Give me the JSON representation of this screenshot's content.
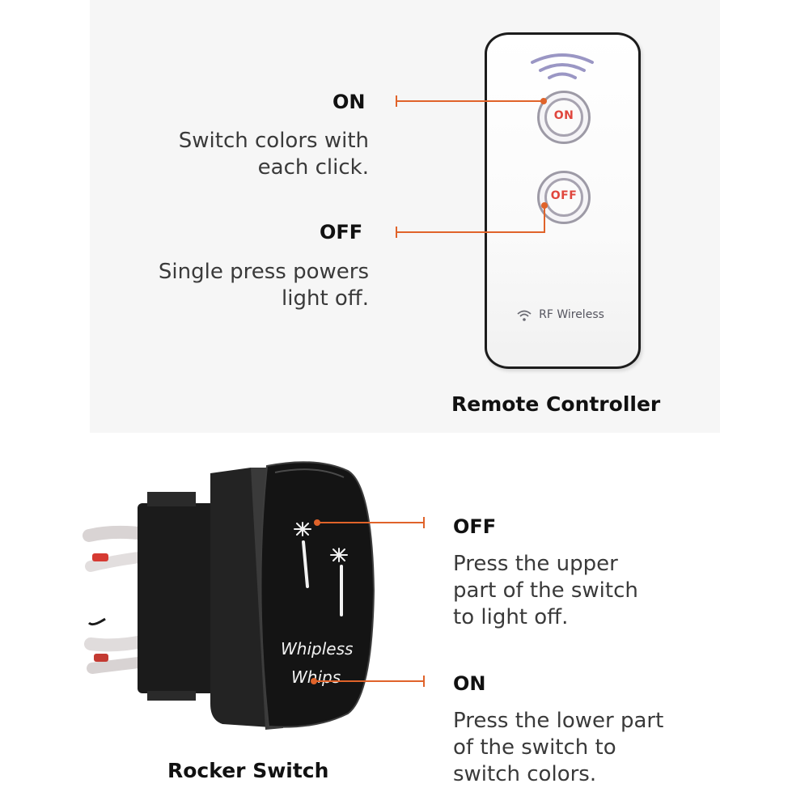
{
  "remote_section": {
    "on": {
      "title": "ON",
      "description": "Switch colors with\neach click."
    },
    "off": {
      "title": "OFF",
      "description": "Single press powers\nlight off."
    },
    "remote": {
      "on_button": "ON",
      "off_button": "OFF",
      "rf_label": "RF Wireless"
    },
    "caption": "Remote Controller"
  },
  "rocker_section": {
    "off": {
      "title": "OFF",
      "description": "Press the upper\npart of the switch\nto light off."
    },
    "on": {
      "title": "ON",
      "description": "Press the lower part\nof the switch to\nswitch colors."
    },
    "switch_label_line1": "Whipless",
    "switch_label_line2": "Whips",
    "caption": "Rocker Switch"
  },
  "colors": {
    "accent_orange": "#e0632a",
    "panel_background": "#f6f6f6",
    "remote_button_text": "#e0463d"
  }
}
